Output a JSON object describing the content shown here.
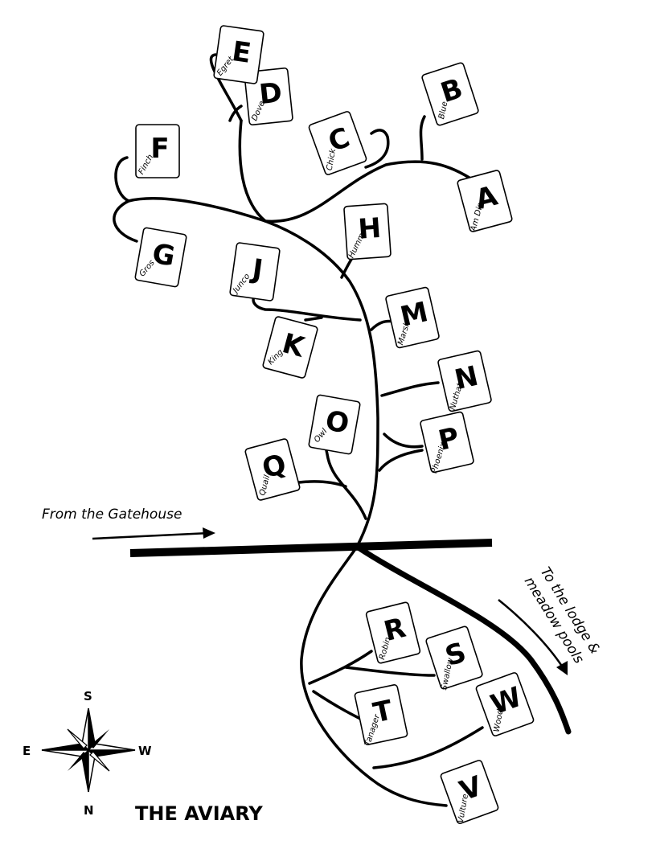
{
  "map": {
    "title": "THE AVIARY",
    "labels": {
      "gatehouse": "From the Gatehouse",
      "lodge_line1": "To the lodge &",
      "lodge_line2": "meadow pools"
    },
    "compass": {
      "north": "N",
      "south": "S",
      "east": "E",
      "west": "W"
    },
    "stops": [
      {
        "letter": "A",
        "name": "Am Dip"
      },
      {
        "letter": "B",
        "name": "Blue"
      },
      {
        "letter": "C",
        "name": "Chick"
      },
      {
        "letter": "D",
        "name": "Dove"
      },
      {
        "letter": "E",
        "name": "Egret"
      },
      {
        "letter": "F",
        "name": "Finch"
      },
      {
        "letter": "G",
        "name": "Gros"
      },
      {
        "letter": "H",
        "name": "Humm"
      },
      {
        "letter": "J",
        "name": "Junco"
      },
      {
        "letter": "K",
        "name": "King"
      },
      {
        "letter": "M",
        "name": "Marsh"
      },
      {
        "letter": "N",
        "name": "Nuthat"
      },
      {
        "letter": "O",
        "name": "Owl"
      },
      {
        "letter": "P",
        "name": "Phoenix"
      },
      {
        "letter": "Q",
        "name": "Quail"
      },
      {
        "letter": "R",
        "name": "Robin"
      },
      {
        "letter": "S",
        "name": "Swallow"
      },
      {
        "letter": "T",
        "name": "Tanager"
      },
      {
        "letter": "V",
        "name": "Vulture"
      },
      {
        "letter": "W",
        "name": "Wood"
      }
    ]
  }
}
